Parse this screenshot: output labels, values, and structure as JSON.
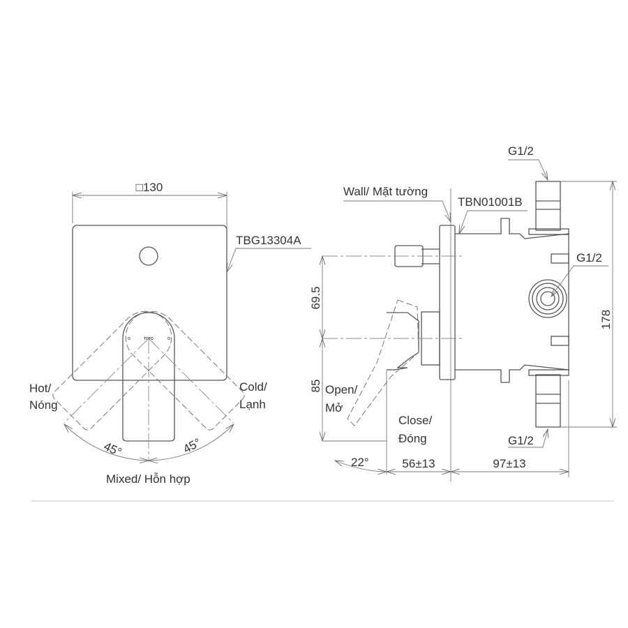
{
  "front_view": {
    "width_dim": "□130",
    "model_label": "TBG13304A",
    "logo_text": "TOTO",
    "hot_label": [
      "Hot/",
      "Nóng"
    ],
    "cold_label": [
      "Cold/",
      "Lạnh"
    ],
    "angle_left": "45°",
    "angle_right": "45°",
    "mixed_label": "Mixed/ Hỗn hợp"
  },
  "side_view": {
    "wall_label": "Wall/ Mặt tường",
    "body_model_label": "TBN01001B",
    "port_top": "G1/2",
    "port_side": "G1/2",
    "port_bottom": "G1/2",
    "height_dim": "178",
    "dim_upper": "69.5",
    "dim_lower": "85",
    "open_label": [
      "Open/",
      "Mở"
    ],
    "close_label": [
      "Close/",
      "Đóng"
    ],
    "angle_open": "22°",
    "depth_front": "56±13",
    "depth_back": "97±13"
  },
  "colors": {
    "line": "#555555",
    "text": "#333333"
  }
}
